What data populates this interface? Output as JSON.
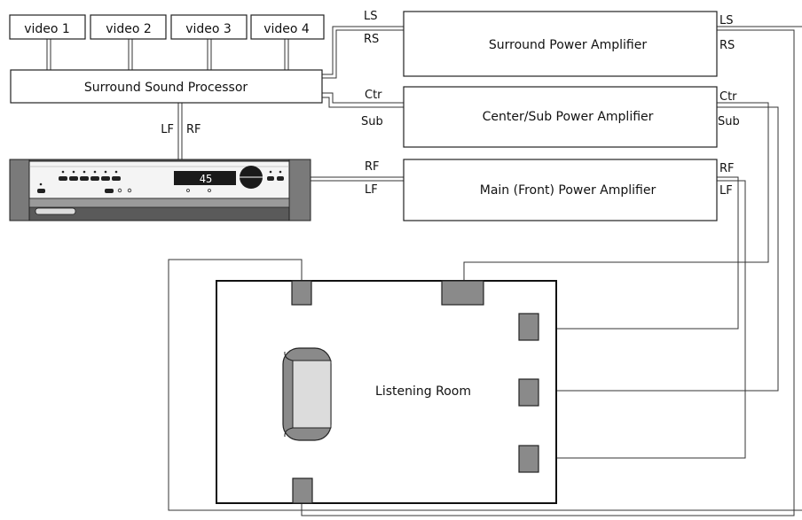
{
  "sources": [
    "video 1",
    "video 2",
    "video 3",
    "video 4"
  ],
  "processor": {
    "label": "Surround Sound Processor",
    "out_left": "LF",
    "out_right": "RF"
  },
  "receiver": {
    "display": "45"
  },
  "amplifiers": {
    "surround": {
      "label": "Surround Power Amplifier",
      "in1": "LS",
      "in2": "RS",
      "out1": "LS",
      "out2": "RS"
    },
    "center_sub": {
      "label": "Center/Sub Power Amplifier",
      "in1": "Ctr",
      "in2": "Sub",
      "out1": "Ctr",
      "out2": "Sub"
    },
    "main": {
      "label": "Main (Front) Power Amplifier",
      "in1": "RF",
      "in2": "LF",
      "out1": "RF",
      "out2": "LF"
    }
  },
  "room": {
    "label": "Listening Room"
  }
}
